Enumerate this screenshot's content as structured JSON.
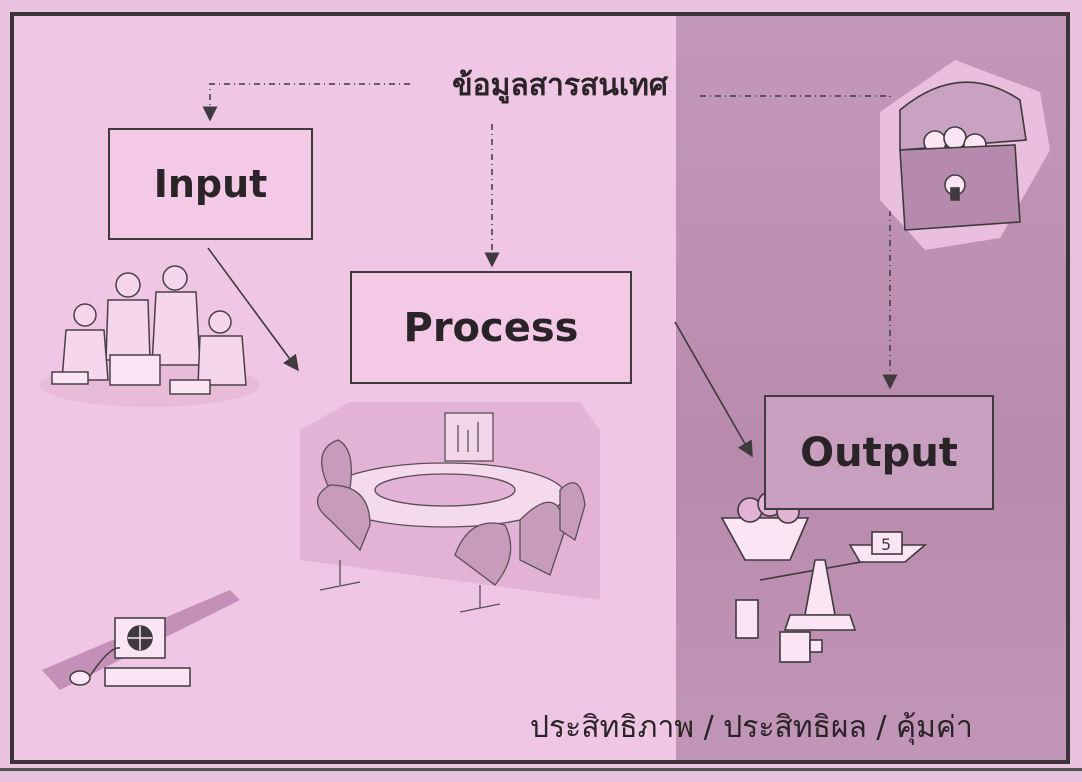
{
  "diagram": {
    "top_label": "ข้อมูลสารสนเทศ",
    "input_label": "Input",
    "process_label": "Process",
    "output_label": "Output",
    "bottom_label": "ประสิทธิภาพ / ประสิทธิผล / คุ้มค่า"
  },
  "illustrations": {
    "people_group": "people-group-illustration",
    "conference_table": "conference-table-illustration",
    "computer": "computer-illustration",
    "treasure_chest": "treasure-chest-illustration",
    "scale_fruit": "scale-fruit-illustration",
    "scale_weight_label": "5"
  },
  "colors": {
    "background": "#efc6e3",
    "shaded_panel": "#bd90b2",
    "line": "#3e3a3e"
  }
}
